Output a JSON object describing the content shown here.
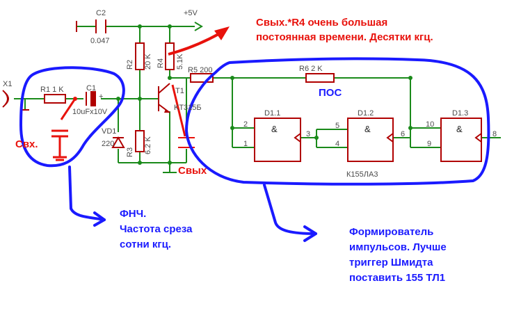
{
  "labels": {
    "c2": "C2",
    "c2_val": "0.047",
    "vcc": "+5V",
    "x1": "X1",
    "r1": "R1 1 K",
    "c1": "C1",
    "c1_val": "10uFx10V",
    "c1_plus": "+",
    "r2": "R2",
    "r2_val": "20 K",
    "r4": "R4",
    "r4_val": "5.1K",
    "r5": "R5 200",
    "r6": "R6 2 K",
    "t1": "T1",
    "t1_type": "KT315Б",
    "vd1": "VD1",
    "vd1_val": "220",
    "r3": "R3",
    "r3_val": "6.2 K",
    "d11": "D1.1",
    "d12": "D1.2",
    "d13": "D1.3",
    "amp": "&",
    "pin2": "2",
    "pin1": "1",
    "pin3": "3",
    "pin5": "5",
    "pin4": "4",
    "pin6": "6",
    "pin10": "10",
    "pin9": "9",
    "pin8": "8",
    "chip": "К155ЛА3"
  },
  "annotations": {
    "red_top_line1": "Свых.*R4 очень большая",
    "red_top_line2": "постоянная времени. Десятки кгц.",
    "svx": "Свх.",
    "svyx": "Свых",
    "pos": "ПОС",
    "fnch_line1": "ФНЧ.",
    "fnch_line2": "Частота среза",
    "fnch_line3": "сотни кгц.",
    "form_line1": "Формирователь",
    "form_line2": "импульсов. Лучше",
    "form_line3": "триггер Шмидта",
    "form_line4": "поставить 155 ТЛ1"
  },
  "colors": {
    "wire": "#1a8a1a",
    "component": "#b00000",
    "annotation_red": "#e8120c",
    "annotation_blue": "#1a1aff"
  }
}
